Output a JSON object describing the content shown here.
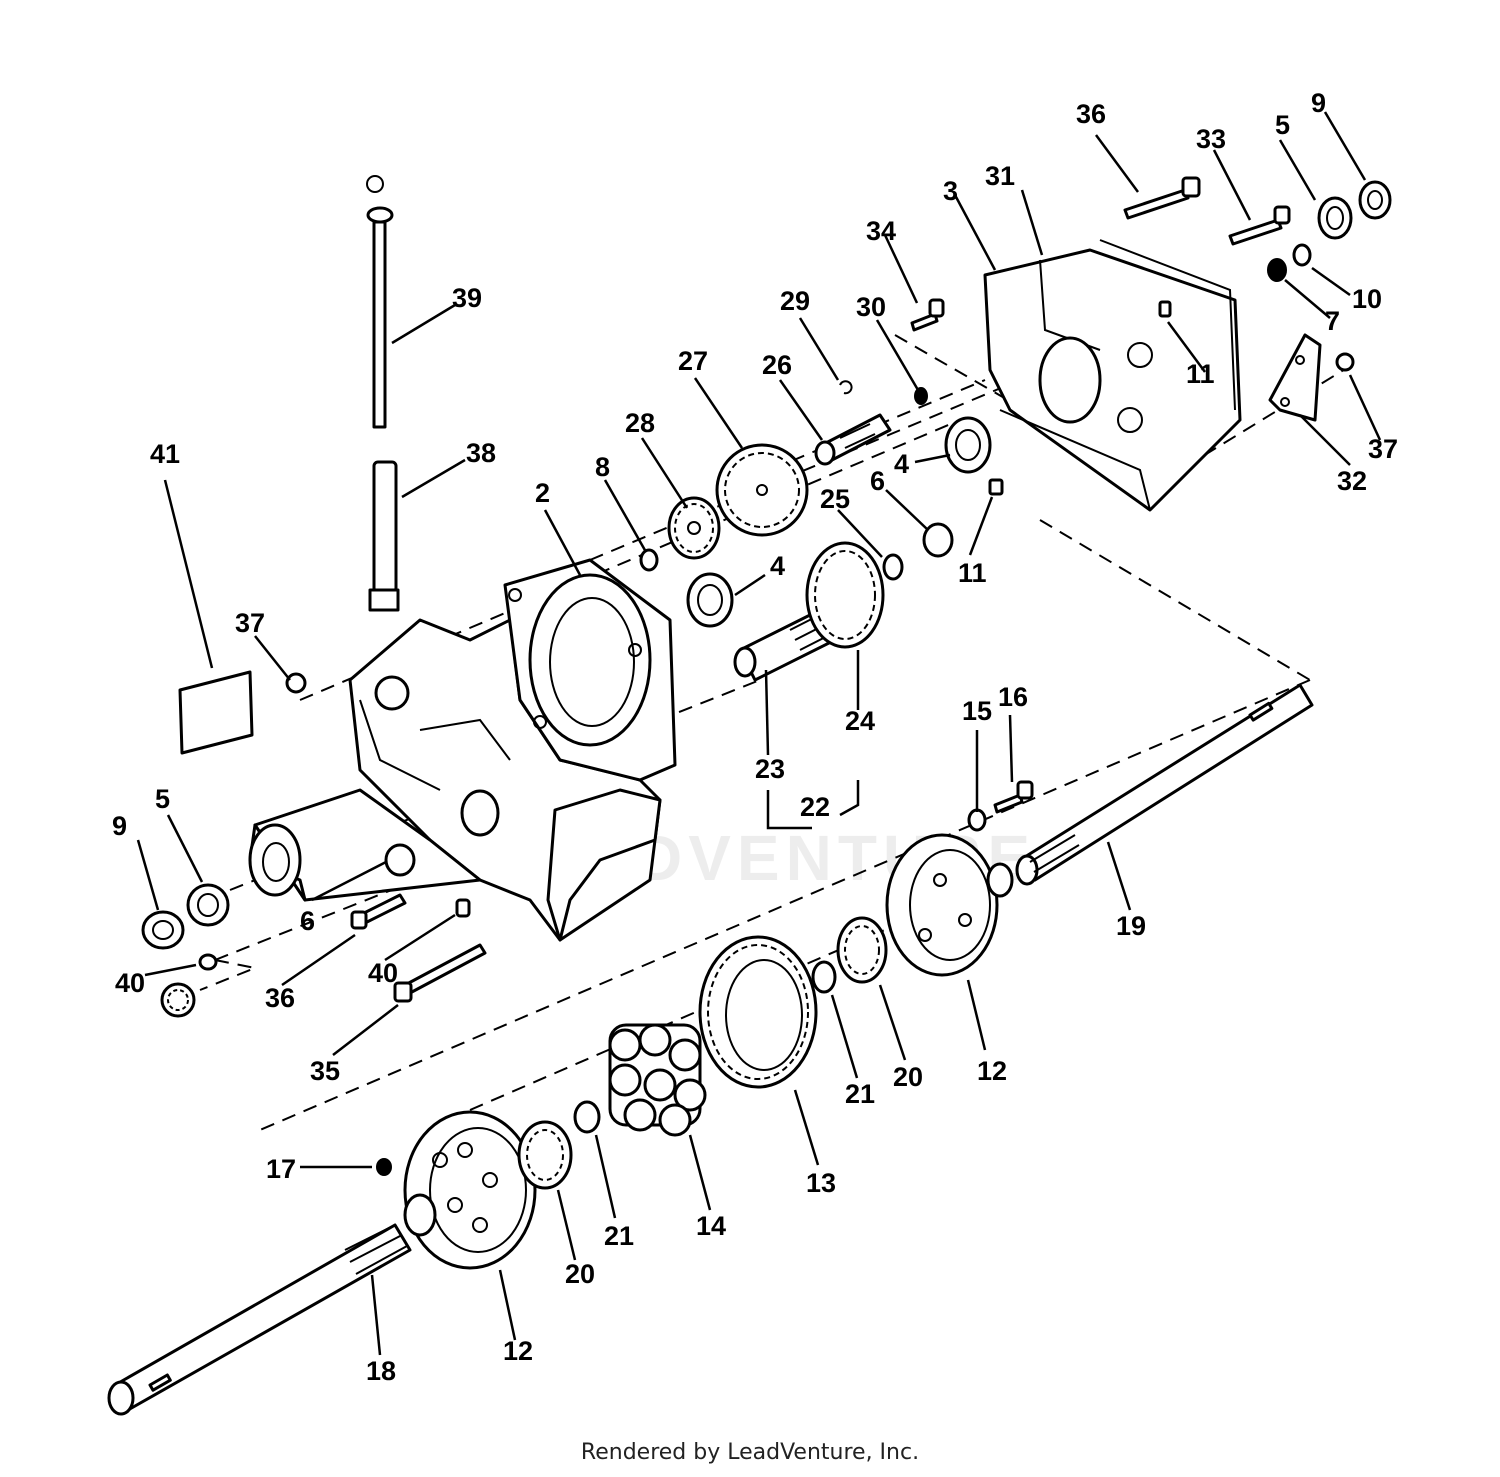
{
  "watermark": "LEADVENTURE",
  "credit": "Rendered by LeadVenture, Inc.",
  "callouts": {
    "c2": "2",
    "c3": "3",
    "c4a": "4",
    "c4b": "4",
    "c5a": "5",
    "c5b": "5",
    "c6a": "6",
    "c6b": "6",
    "c7": "7",
    "c8": "8",
    "c9a": "9",
    "c9b": "9",
    "c10": "10",
    "c11a": "11",
    "c11b": "11",
    "c12a": "12",
    "c12b": "12",
    "c13": "13",
    "c14": "14",
    "c15": "15",
    "c16": "16",
    "c17": "17",
    "c18": "18",
    "c19": "19",
    "c20a": "20",
    "c20b": "20",
    "c21a": "21",
    "c21b": "21",
    "c22": "22",
    "c23": "23",
    "c24": "24",
    "c25": "25",
    "c26": "26",
    "c27": "27",
    "c28": "28",
    "c29": "29",
    "c30": "30",
    "c31": "31",
    "c32": "32",
    "c33": "33",
    "c34": "34",
    "c35": "35",
    "c36a": "36",
    "c36b": "36",
    "c37a": "37",
    "c37b": "37",
    "c38": "38",
    "c39": "39",
    "c40a": "40",
    "c40b": "40",
    "c41": "41"
  }
}
